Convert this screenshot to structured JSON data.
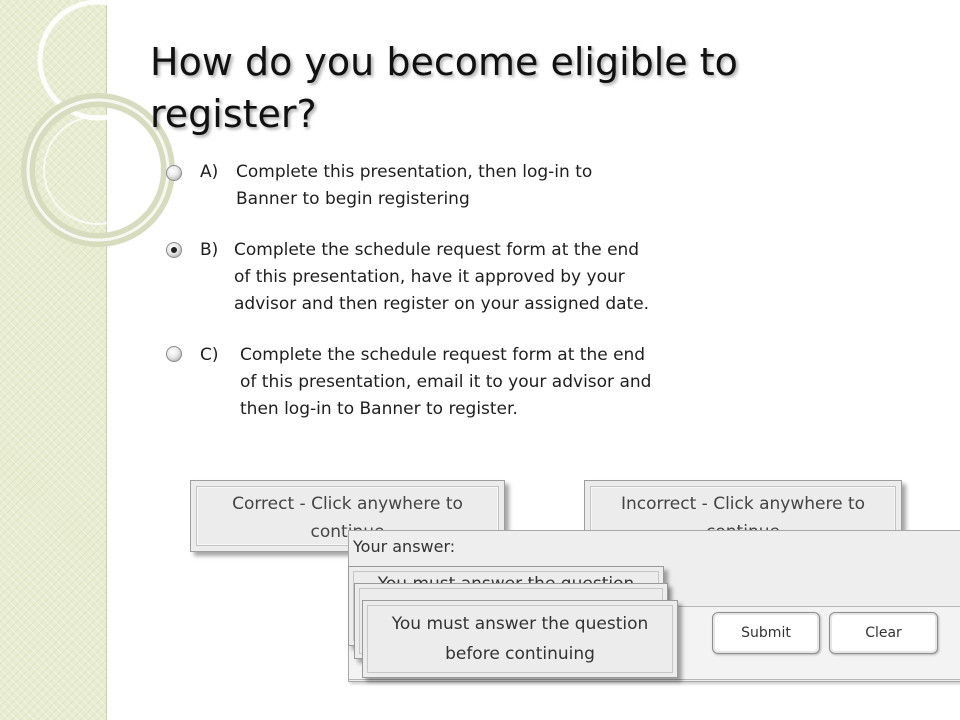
{
  "slide": {
    "title": "How do you become eligible to register?",
    "options": [
      {
        "letter": "A)",
        "lines": [
          "Complete this presentation, then log-in to",
          "Banner to begin registering"
        ],
        "selected": false
      },
      {
        "letter": "B)",
        "lines": [
          "Complete the schedule request form at the end",
          "of this presentation, have it approved by your",
          "advisor and then register on your assigned date."
        ],
        "selected": true
      },
      {
        "letter": "C)",
        "lines": [
          "Complete the schedule request form at the end",
          "of this presentation, email it to your advisor and",
          "then log-in to Banner to register."
        ],
        "selected": false
      }
    ]
  },
  "feedback": {
    "correct": "Correct - Click anywhere to continue",
    "incorrect": "Incorrect - Click anywhere to continue"
  },
  "answer": {
    "label": "Your answer:",
    "submit_label": "Submit",
    "clear_label": "Clear"
  },
  "warning": {
    "line1": "You must answer the question",
    "line2": "before continuing",
    "partial": "You must answer the question"
  },
  "colors": {
    "sidebar": "#e8edd2",
    "panel": "#ececec",
    "text": "#1e1e1e"
  }
}
